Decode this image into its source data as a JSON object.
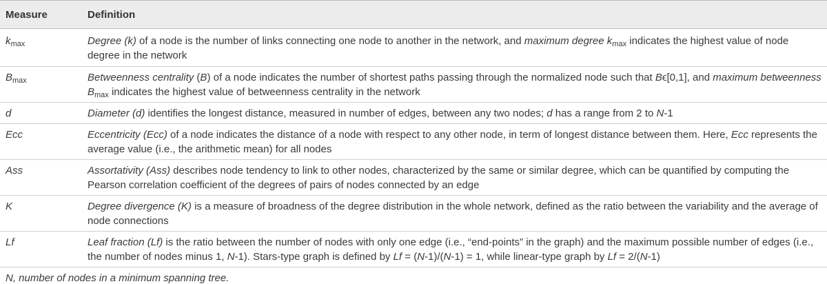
{
  "header": {
    "col1": "Measure",
    "col2": "Definition"
  },
  "rows": [
    {
      "measure": {
        "base": "k",
        "sub": "max"
      },
      "d": [
        {
          "t": "Degree (k)",
          "i": true
        },
        {
          "t": " of a node is the number of links connecting one node to another in the network, and "
        },
        {
          "t": "maximum degree",
          "i": true
        },
        {
          "t": " k",
          "i": true
        },
        {
          "t": "max",
          "sub": true
        },
        {
          "t": " indicates the highest value of node degree in the network"
        }
      ]
    },
    {
      "measure": {
        "base": "B",
        "sub": "max"
      },
      "d": [
        {
          "t": "Betweenness centrality",
          "i": true
        },
        {
          "t": " ("
        },
        {
          "t": "B",
          "i": true
        },
        {
          "t": ") of a node indicates the number of shortest paths passing through the normalized node such that "
        },
        {
          "t": "B",
          "i": true
        },
        {
          "t": "ϵ[0,1], and "
        },
        {
          "t": "maximum betweenness B",
          "i": true
        },
        {
          "t": "max",
          "sub": true
        },
        {
          "t": " indicates the highest value of betweenness centrality in the network"
        }
      ]
    },
    {
      "measure": {
        "base": "d"
      },
      "d": [
        {
          "t": "Diameter (d)",
          "i": true
        },
        {
          "t": " identifies the longest distance, measured in number of edges, between any two nodes; "
        },
        {
          "t": "d",
          "i": true
        },
        {
          "t": " has a range from 2 to "
        },
        {
          "t": "N",
          "i": true
        },
        {
          "t": "-1"
        }
      ]
    },
    {
      "measure": {
        "base": "Ecc"
      },
      "d": [
        {
          "t": "Eccentricity (Ecc)",
          "i": true
        },
        {
          "t": " of a node indicates the distance of a node with respect to any other node, in term of longest distance between them. Here, "
        },
        {
          "t": "Ecc",
          "i": true
        },
        {
          "t": " represents the average value (i.e., the arithmetic mean) for all nodes"
        }
      ]
    },
    {
      "measure": {
        "base": "Ass"
      },
      "d": [
        {
          "t": "Assortativity (Ass)",
          "i": true
        },
        {
          "t": " describes node tendency to link to other nodes, characterized by the same or similar degree, which can be quantified by computing the Pearson correlation coefficient of the degrees of pairs of nodes connected by an edge"
        }
      ]
    },
    {
      "measure": {
        "base": "K"
      },
      "d": [
        {
          "t": "Degree divergence (K)",
          "i": true
        },
        {
          "t": " is a measure of broadness of the degree distribution in the whole network, defined as the ratio between the variability and the average of node connections"
        }
      ]
    },
    {
      "measure": {
        "base": "Lf"
      },
      "d": [
        {
          "t": "Leaf fraction (Lf)",
          "i": true
        },
        {
          "t": " is the ratio between the number of nodes with only one edge (i.e., “end-points” in the graph) and the maximum possible number of edges (i.e., the number of nodes minus 1, "
        },
        {
          "t": "N",
          "i": true
        },
        {
          "t": "-1). Stars-type graph is defined by "
        },
        {
          "t": "Lf",
          "i": true
        },
        {
          "t": " = ("
        },
        {
          "t": "N",
          "i": true
        },
        {
          "t": "-1)/("
        },
        {
          "t": "N",
          "i": true
        },
        {
          "t": "-1) = 1, while linear-type graph by "
        },
        {
          "t": "Lf",
          "i": true
        },
        {
          "t": " = 2/("
        },
        {
          "t": "N",
          "i": true
        },
        {
          "t": "-1)"
        }
      ]
    }
  ],
  "footnote": "N, number of nodes in a minimum spanning tree."
}
